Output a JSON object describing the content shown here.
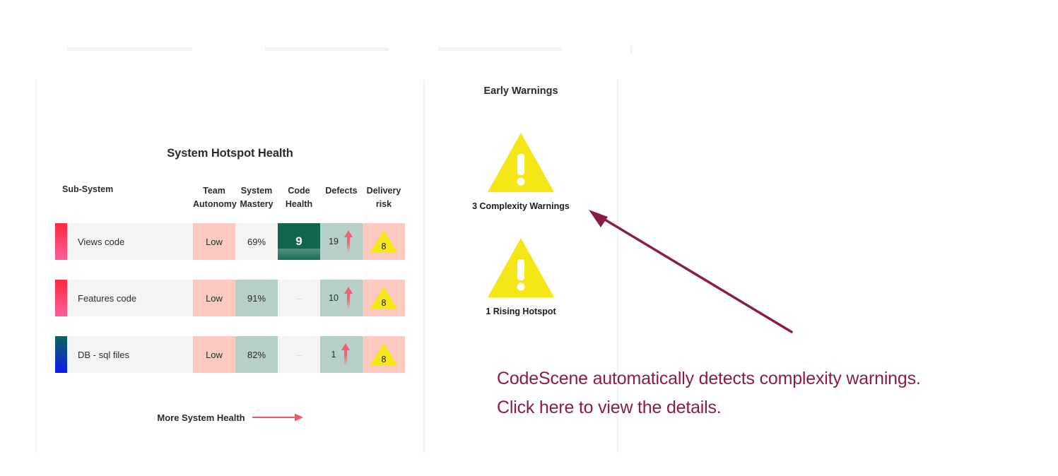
{
  "top_stubs": [
    "bar-1",
    "bar-2",
    "bar-3",
    "bar-4"
  ],
  "hotspot": {
    "title": "System Hotspot Health",
    "columns": {
      "subsystem": "Sub-System",
      "team_autonomy": "Team Autonomy",
      "team_autonomy_l1": "Team",
      "team_autonomy_l2": "Autonomy",
      "system_mastery_l1": "System",
      "system_mastery_l2": "Mastery",
      "code_health_l1": "Code",
      "code_health_l2": "Health",
      "defects": "Defects",
      "delivery_risk_l1": "Delivery",
      "delivery_risk_l2": "risk"
    },
    "rows": [
      {
        "name": "Views code",
        "strip_from": "#fb2a3c",
        "strip_to": "#fa5e9b",
        "team_autonomy": "Low",
        "system_mastery": "69%",
        "code_health": "9",
        "code_health_style": "strong",
        "defects": "19",
        "defects_trend": "rising",
        "delivery_risk": "8"
      },
      {
        "name": "Features code",
        "strip_from": "#fb2a3c",
        "strip_to": "#fa5e9b",
        "team_autonomy": "Low",
        "system_mastery": "91%",
        "code_health": "–",
        "code_health_style": "dash",
        "defects": "10",
        "defects_trend": "rising",
        "delivery_risk": "8"
      },
      {
        "name": "DB - sql files",
        "strip_from": "#0d6458",
        "strip_to": "#0a1bf5",
        "team_autonomy": "Low",
        "system_mastery": "82%",
        "code_health": "–",
        "code_health_style": "dash",
        "defects": "1",
        "defects_trend": "rising",
        "delivery_risk": "8"
      }
    ],
    "more_link": "More System Health"
  },
  "warnings": {
    "title": "Early Warnings",
    "items": [
      {
        "caption": "3 Complexity Warnings",
        "icon": "warning-triangle-icon"
      },
      {
        "caption": "1 Rising Hotspot",
        "icon": "warning-triangle-icon"
      }
    ]
  },
  "callout": {
    "line1": "CodeScene automatically detects complexity warnings.",
    "line2": "Click here to view the details."
  },
  "colors": {
    "warning_yellow": "#f5e618",
    "callout_maroon": "#8a1d47",
    "arrow_pink": "#f8556e",
    "cell_pink": "#fbc9bf",
    "cell_teal": "#b6cfc8",
    "cell_plain": "#f5f4f2",
    "health_green": "#10654f",
    "divider_gray": "#f2f1ef"
  }
}
